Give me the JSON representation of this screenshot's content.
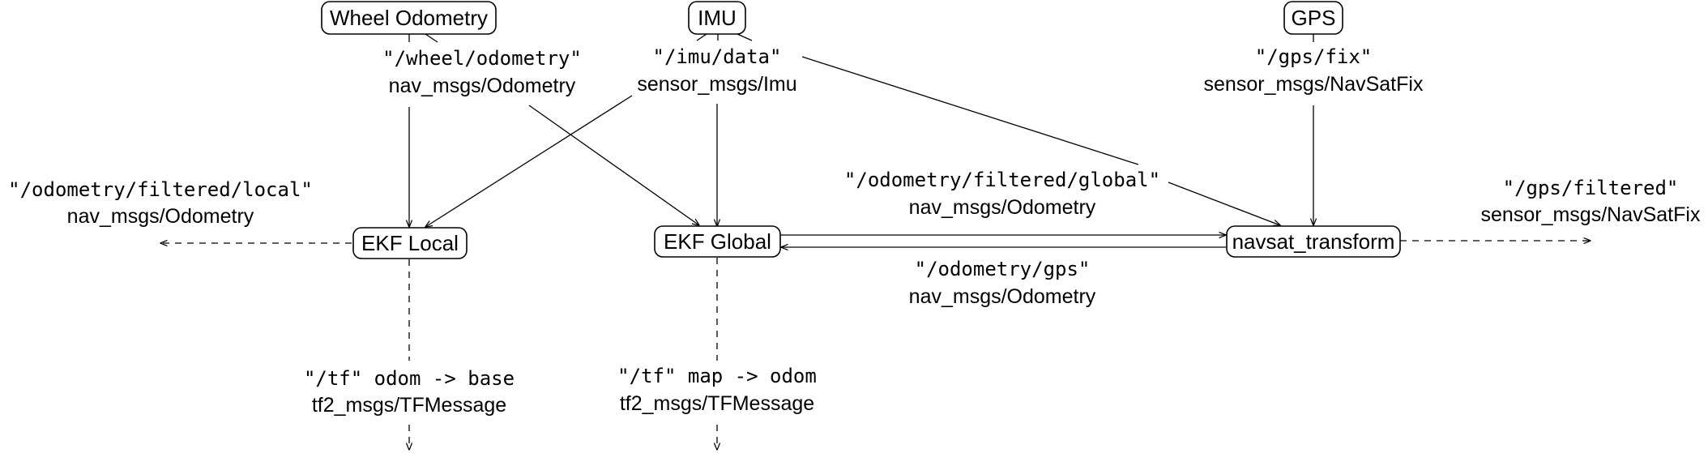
{
  "nodes": {
    "wheel_odometry": "Wheel Odometry",
    "imu": "IMU",
    "gps": "GPS",
    "ekf_local": "EKF Local",
    "ekf_global": "EKF Global",
    "navsat_transform": "navsat_transform"
  },
  "topics": {
    "wheel": {
      "topic": "\"/wheel/odometry\"",
      "type": "nav_msgs/Odometry"
    },
    "imu": {
      "topic": "\"/imu/data\"",
      "type": "sensor_msgs/Imu"
    },
    "gps_fix": {
      "topic": "\"/gps/fix\"",
      "type": "sensor_msgs/NavSatFix"
    },
    "filtered_local": {
      "topic": "\"/odometry/filtered/local\"",
      "type": "nav_msgs/Odometry"
    },
    "filtered_global": {
      "topic": "\"/odometry/filtered/global\"",
      "type": "nav_msgs/Odometry"
    },
    "gps_filtered": {
      "topic": "\"/gps/filtered\"",
      "type": "sensor_msgs/NavSatFix"
    },
    "odometry_gps": {
      "topic": "\"/odometry/gps\"",
      "type": "nav_msgs/Odometry"
    },
    "tf_local": {
      "topic": "\"/tf\" odom -> base",
      "type": "tf2_msgs/TFMessage"
    },
    "tf_global": {
      "topic": "\"/tf\" map -> odom",
      "type": "tf2_msgs/TFMessage"
    }
  }
}
